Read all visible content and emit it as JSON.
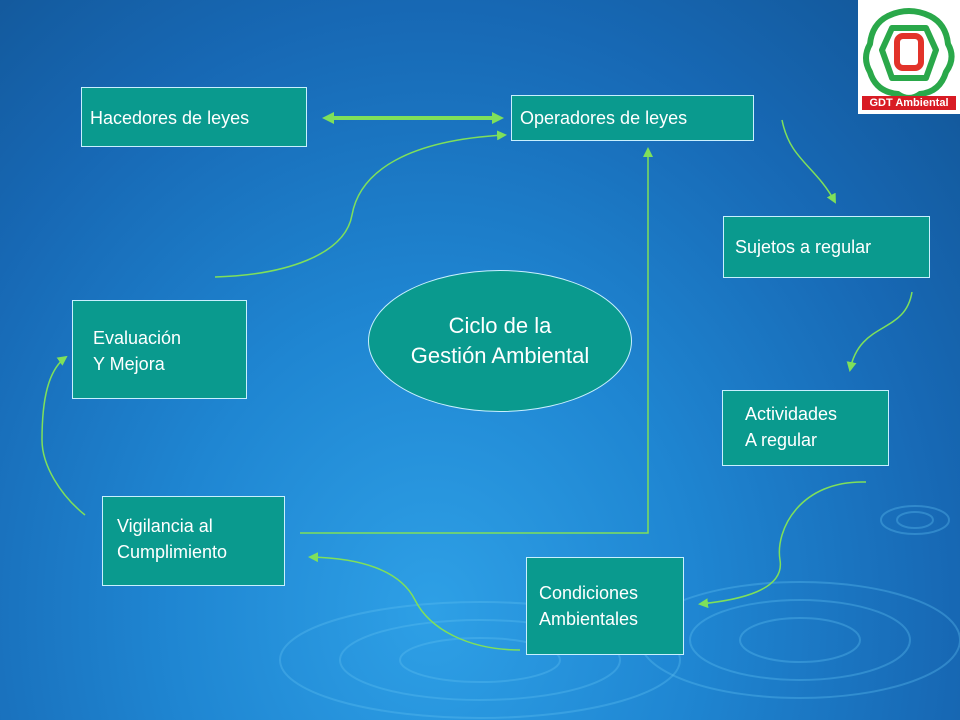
{
  "logo": {
    "label": "GDT Ambiental",
    "icon": "gdt-ambiental-logo-icon",
    "colors": {
      "ring": "#2aa84a",
      "core": "#e2332a",
      "banner": "#d81b24"
    }
  },
  "center": {
    "line1": "Ciclo de la",
    "line2": "Gestión Ambiental"
  },
  "nodes": {
    "hacedores": "Hacedores  de leyes",
    "operadores": "Operadores de leyes",
    "sujetos": "Sujetos a regular",
    "actividades": {
      "line1": "Actividades",
      "line2": "A regular"
    },
    "condiciones": {
      "line1": "Condiciones",
      "line2": "Ambientales"
    },
    "vigilancia": {
      "line1": "Vigilancia al",
      "line2": "Cumplimiento"
    },
    "evaluacion": {
      "line1": "Evaluación",
      "line2": "Y Mejora"
    }
  },
  "colors": {
    "box_fill": "#0a9a8e",
    "box_border": "#c9f0ff",
    "arrow": "#7fe05a",
    "text": "#ffffff"
  }
}
